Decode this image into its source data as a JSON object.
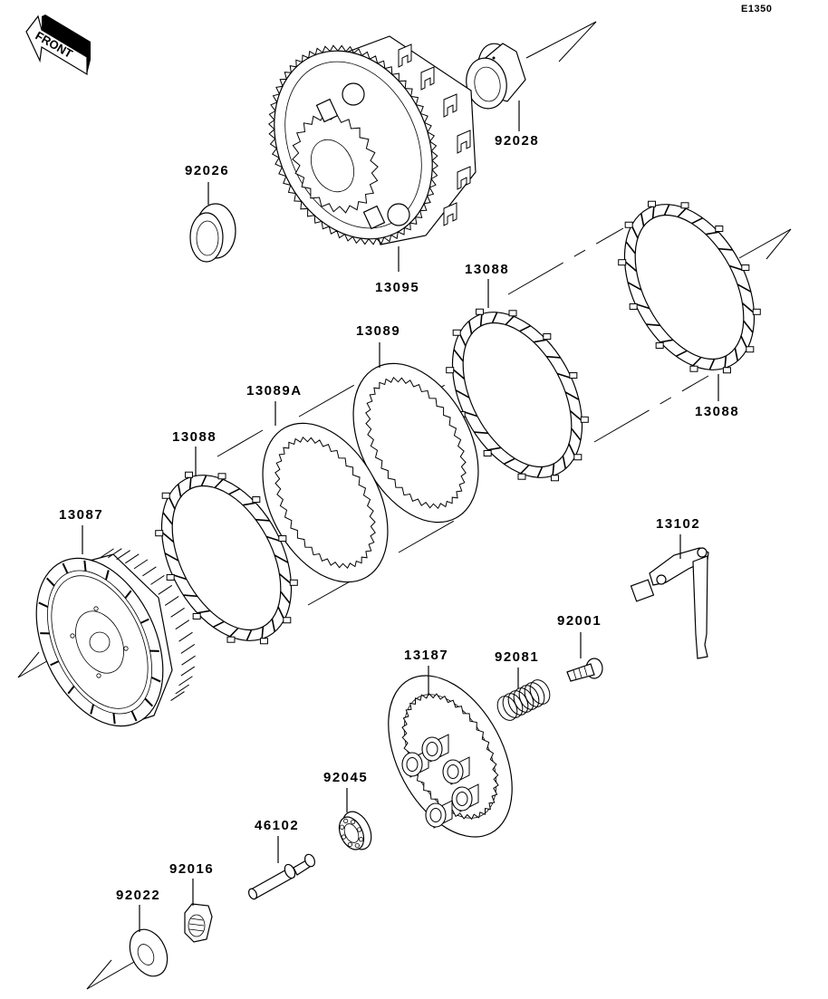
{
  "diagram": {
    "title_code": "E1350",
    "front_marker": {
      "label": "FRONT",
      "icon": "front-arrow-icon"
    },
    "parts": [
      {
        "id": "92028",
        "label": "92028",
        "description": "bushing / collar"
      },
      {
        "id": "92026",
        "label": "92026",
        "description": "collar"
      },
      {
        "id": "13095",
        "label": "13095",
        "description": "clutch housing with primary gear"
      },
      {
        "id": "13088-a",
        "label": "13088",
        "description": "friction plate (rear)"
      },
      {
        "id": "13088-b",
        "label": "13088",
        "description": "friction plate"
      },
      {
        "id": "13089",
        "label": "13089",
        "description": "steel plate"
      },
      {
        "id": "13089A",
        "label": "13089A",
        "description": "steel plate"
      },
      {
        "id": "13088-c",
        "label": "13088",
        "description": "friction plate (front)"
      },
      {
        "id": "13087",
        "label": "13087",
        "description": "clutch hub"
      },
      {
        "id": "13102",
        "label": "13102",
        "description": "clutch release lever shaft"
      },
      {
        "id": "92001",
        "label": "92001",
        "description": "bolt"
      },
      {
        "id": "92081",
        "label": "92081",
        "description": "clutch spring"
      },
      {
        "id": "13187",
        "label": "13187",
        "description": "pressure plate"
      },
      {
        "id": "92045",
        "label": "92045",
        "description": "ball bearing"
      },
      {
        "id": "46102",
        "label": "46102",
        "description": "push rod"
      },
      {
        "id": "92016",
        "label": "92016",
        "description": "nut"
      },
      {
        "id": "92022",
        "label": "92022",
        "description": "washer"
      }
    ]
  }
}
